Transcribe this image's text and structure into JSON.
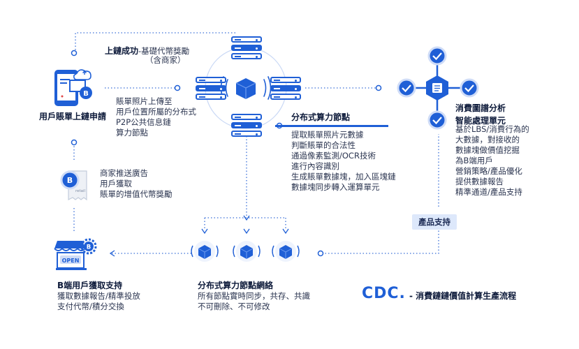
{
  "top_node": {
    "title": "上鏈成功",
    "desc_line1": "-基礎代幣獎勵",
    "desc_line2": "（含商家）"
  },
  "user_upload": {
    "title": "用戶賬單上鏈申請",
    "lines": [
      "賬單照片上傳至",
      "用戶位置所屬的分布式",
      "P2P公共信息鏈",
      "算力節點"
    ]
  },
  "merchant": {
    "receipt_label": "retail",
    "lines": [
      "商家推送廣告",
      "用戶獲取",
      "賬單的增值代幣獎勵"
    ]
  },
  "compute_node": {
    "title": "分布式算力節點",
    "lines": [
      "提取賬單照片元數據",
      "判斷賬單的合法性",
      "通過像素監測/OCR技術",
      "進行內容識別",
      "生成賬單數據塊，加入區塊鏈",
      "數據塊同步轉入運算單元"
    ]
  },
  "graph_unit": {
    "title_line1": "消費圖譜分析",
    "title_line2": "智能處理單元",
    "lines": [
      "基於LBS/消費行為的",
      "大數據，對接收的",
      "數據塊做價值挖掘",
      "為B端用戶",
      "營銷策略/產品優化",
      "提供數據報告",
      "精準通道/產品支持"
    ]
  },
  "product_support": {
    "label": "產品支持"
  },
  "b_end": {
    "shop_label": "OPEN",
    "title": "B端用戶獲取支持",
    "lines": [
      "獲取數據報告/精準投放",
      "支付代幣/積分交換"
    ]
  },
  "network": {
    "title": "分布式算力節點網絡",
    "lines": [
      "所有節點實時同步，共存、共識",
      "不可刪除、不可修改"
    ]
  },
  "footer": {
    "logo": "CDC.",
    "caption": "- 消費鏈鏈價值計算生產流程"
  },
  "colors": {
    "accent": "#1f5fd6",
    "accent_light": "#dde8fb",
    "dot_line": "#3a6fd8"
  }
}
